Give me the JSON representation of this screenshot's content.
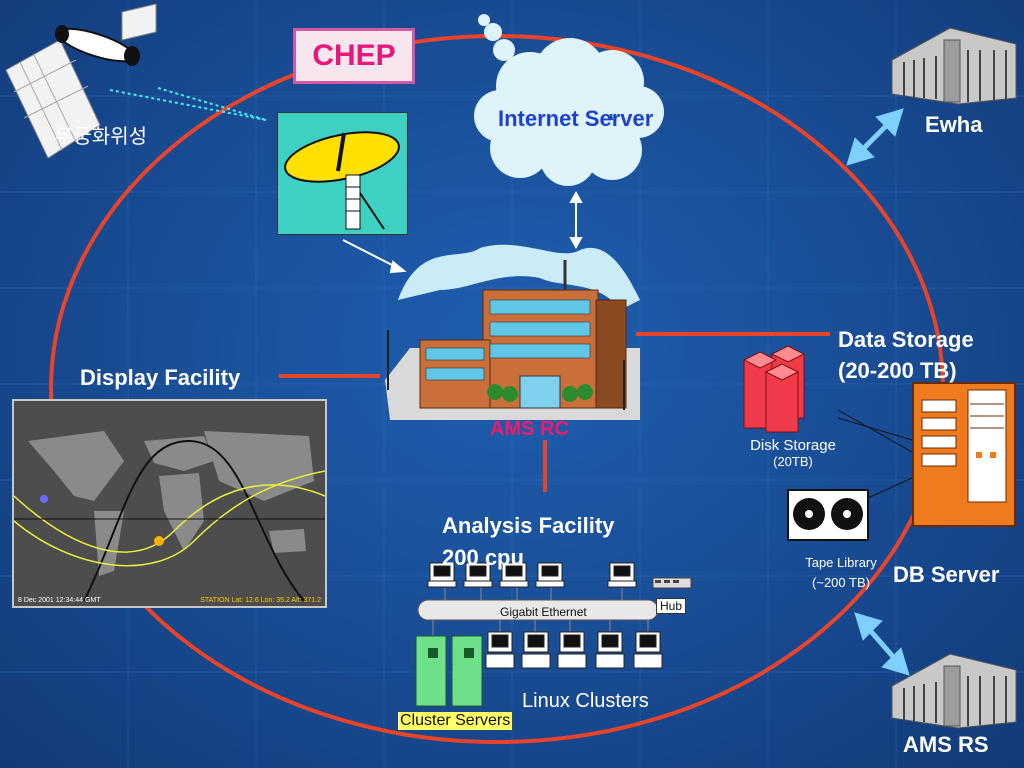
{
  "title": "CHEP",
  "nodes": {
    "internet_server": "Internet Server",
    "ams_rc": "AMS RC",
    "satellite": "무궁화위성",
    "display_facility": "Display Facility",
    "analysis_facility": [
      "Analysis Facility",
      "200 cpu"
    ],
    "data_storage": [
      "Data Storage",
      "(20-200 TB)"
    ],
    "disk_storage": [
      "Disk Storage",
      "(20TB)"
    ],
    "tape_library": [
      "Tape Library",
      "(~200 TB)"
    ],
    "db_server": "DB Server",
    "ewha": "Ewha",
    "ams_rs": "AMS RS",
    "gigabit_ethernet": "Gigabit Ethernet",
    "hub": "Hub",
    "linux_clusters": "Linux Clusters",
    "cluster_servers": "Cluster Servers"
  },
  "map": {
    "timestamp": "8 Dec 2001 12:34:44 GMT",
    "station_text": "STATION Lat: 12.6 Lon: 35.2 Alt: 371.2"
  },
  "colors": {
    "ring": "#e8442a",
    "chep_border": "#d25aa5",
    "chep_text": "#e8177a",
    "internet_text": "#1d3fd6",
    "ams_rc_text": "#f01a6e",
    "arrow": "#7fd0ff"
  }
}
